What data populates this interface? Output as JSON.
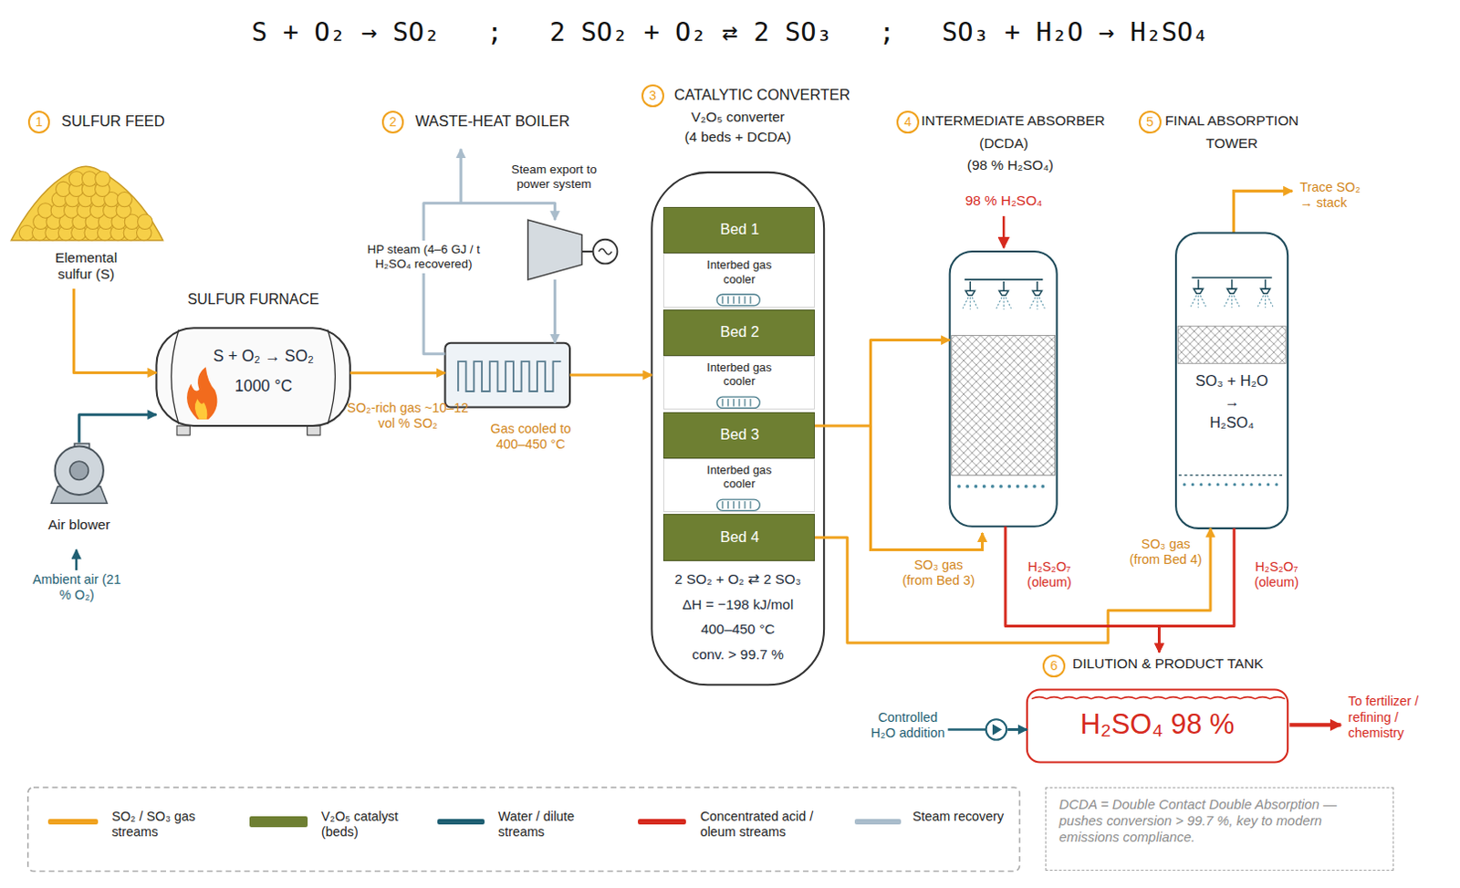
{
  "diagram": {
    "title": "S + O₂ → SO₂   ;   2 SO₂ + O₂ ⇄ 2 SO₃   ;   SO₃ + H₂O → H₂SO₄",
    "nodes": [
      {
        "text": [
          "Elemental sulfur (S)"
        ]
      },
      {
        "text": [
          "Air blower"
        ]
      },
      {
        "text": [
          "SULFUR FURNACE",
          "S + O₂ → SO₂",
          "1000 °C"
        ]
      },
      {
        "text": [
          "Gas cooled to 400–450 °C"
        ]
      },
      {
        "text": [
          "Steam export to power system"
        ]
      },
      {
        "text": [
          "V₂O₅ converter",
          "(4 beds + DCDA)",
          "2 SO₂ + O₂ ⇄ 2 SO₃",
          "ΔH = −198 kJ/mol",
          "400–450 °C",
          "conv. > 99.7 %"
        ]
      },
      {
        "text": [
          "Bed 1"
        ],
        "in": 5
      },
      {
        "text": [
          "Bed 2"
        ],
        "in": 5
      },
      {
        "text": [
          "Bed 3"
        ],
        "in": 5
      },
      {
        "text": [
          "Bed 4"
        ],
        "in": 5
      },
      {
        "text": [
          "Interbed gas cooler"
        ],
        "in": 5
      },
      {
        "text": [
          "Interbed gas cooler"
        ],
        "in": 5
      },
      {
        "text": [
          "Interbed gas cooler"
        ],
        "in": 5
      },
      {
        "text": [
          "INTERMEDIATE ABSORBER",
          "(DCDA)",
          "(98 % H₂SO₄)"
        ]
      },
      {
        "text": [
          "FINAL ABSORPTION",
          "TOWER",
          "SO₃ + H₂O",
          "→",
          "H₂SO₄"
        ]
      },
      {
        "text": [
          "DILUTION & PRODUCT TANK",
          "H₂SO₄ 98 %"
        ]
      },
      {
        "text": [
          "Controlled H₂O addition"
        ]
      },
      {
        "text": [
          "DCDA = Double Contact Double Absorption — pushes conversion > 99.7 %, key to modern emissions compliance."
        ]
      }
    ],
    "edges": [
      {
        "from": 0,
        "to": 2,
        "arrow": "to"
      },
      {
        "from": 1,
        "to": 2,
        "arrow": "to"
      },
      {
        "from": 2,
        "to": 3,
        "label": "SO₂-rich gas ~10–12 vol % SO₂",
        "arrow": "to"
      },
      {
        "from": 3,
        "to": 5,
        "arrow": "to"
      },
      {
        "from": 3,
        "to": 4,
        "label": "HP steam (4–6 GJ / t H₂SO₄ recovered)",
        "arrow": "to"
      },
      {
        "from": 4,
        "to": 3,
        "arrow": "to"
      },
      {
        "from": 8,
        "to": 13,
        "label": "SO₃ gas (from Bed 3)",
        "arrow": "to"
      },
      {
        "from": 9,
        "to": 14,
        "label": "SO₃ gas (from Bed 4)",
        "arrow": "to"
      },
      {
        "from": 13,
        "to": 15,
        "label": "H₂S₂O₇ (oleum)",
        "arrow": "to"
      },
      {
        "from": 14,
        "to": 15,
        "label": "H₂S₂O₇ (oleum)",
        "arrow": "to"
      },
      {
        "from": 16,
        "to": 15,
        "arrow": "to"
      }
    ],
    "labels": [
      "1",
      "SULFUR FEED",
      "2",
      "WASTE-HEAT BOILER",
      "3",
      "CATALYTIC CONVERTER",
      "4",
      "5",
      "6",
      "Ambient air (21 % O₂)",
      "98 % H₂SO₄",
      "Trace SO₂ → stack",
      "To fertilizer / refining / chemistry"
    ],
    "legend": [
      {
        "text": "SO₂ / SO₃ gas streams",
        "color": "#f0a21e"
      },
      {
        "text": "V₂O₅ catalyst (beds)",
        "color": "#6e7f32"
      },
      {
        "text": "Water / dilute streams",
        "color": "#1f5f73"
      },
      {
        "text": "Concentrated acid / oleum streams",
        "color": "#d62a1e"
      },
      {
        "text": "Steam recovery",
        "color": "#a9bccb"
      }
    ]
  }
}
